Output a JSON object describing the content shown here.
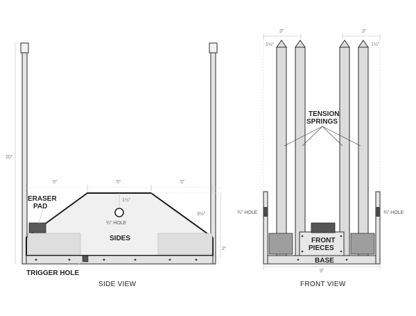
{
  "side_view": {
    "title": "SIDE VIEW",
    "dims": {
      "height": "20\"",
      "top_left": "5\"",
      "top_mid": "5\"",
      "top_right": "5\"",
      "hole_offset": "1½\"",
      "side_height": "3½\"",
      "base_height": "2\""
    },
    "labels": {
      "eraser_pad": "ERASER",
      "eraser_pad_2": "PAD",
      "hole": "¾\" HOLE",
      "sides": "SIDES",
      "trigger_hole": "TRIGGER HOLE"
    }
  },
  "front_view": {
    "title": "FRONT VIEW",
    "dims": {
      "left_width": "3\"",
      "right_width": "3\"",
      "left_inner": "1½\"",
      "right_inner": "1½\"",
      "width": "9\""
    },
    "labels": {
      "tension": "TENSION",
      "springs": "SPRINGS",
      "left_hole": "¾\" HOLE",
      "right_hole": "¾\" HOLE",
      "front": "FRONT",
      "pieces": "PIECES",
      "base": "BASE"
    }
  }
}
